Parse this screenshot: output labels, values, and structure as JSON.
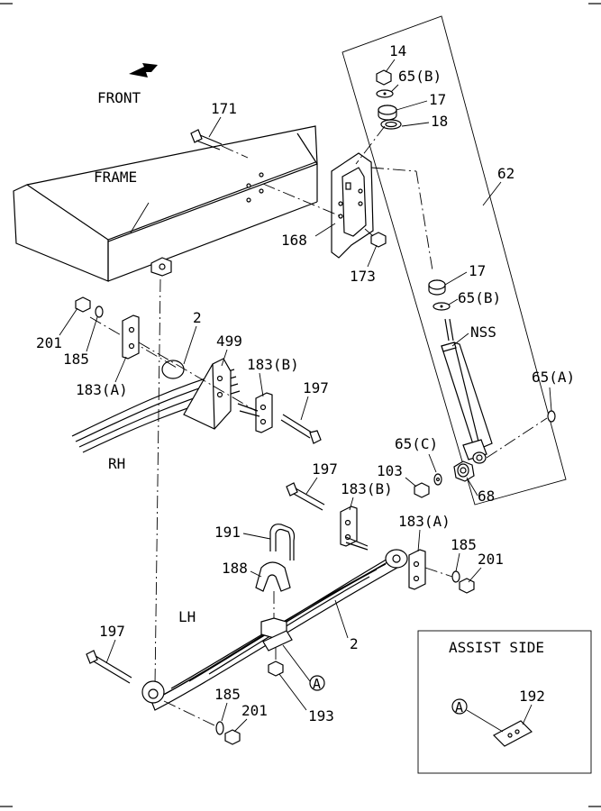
{
  "labels": {
    "front": "FRONT",
    "frame": "FRAME",
    "rh": "RH",
    "lh": "LH",
    "nss": "NSS",
    "assist_side": "ASSIST SIDE",
    "circle_a": "A",
    "p14": "14",
    "p65b_top": "65(B)",
    "p17_top": "17",
    "p18": "18",
    "p62": "62",
    "p171": "171",
    "p168": "168",
    "p173": "173",
    "p17_mid": "17",
    "p65b_mid": "65(B)",
    "p201_rh": "201",
    "p185_rh": "185",
    "p183a_rh": "183(A)",
    "p2_rh": "2",
    "p499": "499",
    "p183b_rh": "183(B)",
    "p197_rh": "197",
    "p65a": "65(A)",
    "p65c": "65(C)",
    "p103": "103",
    "p68": "68",
    "p197_lh_top": "197",
    "p183b_lh": "183(B)",
    "p183a_lh": "183(A)",
    "p185_lh_right": "185",
    "p201_lh_right": "201",
    "p191": "191",
    "p188": "188",
    "p2_lh": "2",
    "p197_lh_bottom": "197",
    "p185_lh_bottom": "185",
    "p201_lh_bottom": "201",
    "p193": "193",
    "p192": "192"
  }
}
